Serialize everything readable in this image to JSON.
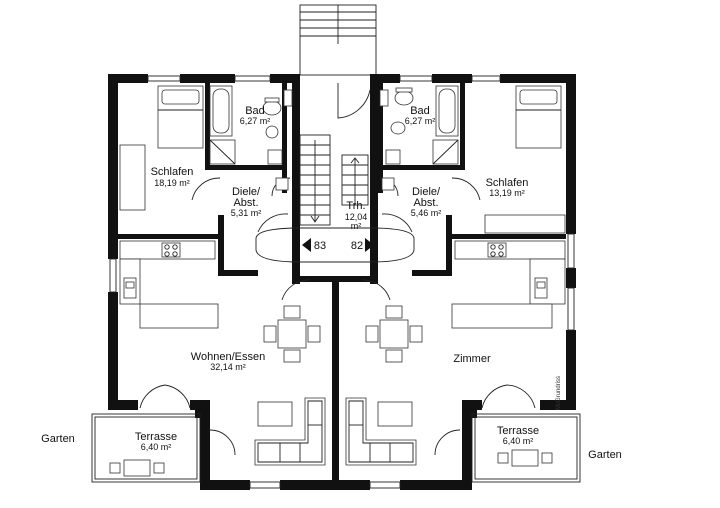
{
  "rooms": {
    "bad_left": {
      "name": "Bad",
      "area": "6,27 m²"
    },
    "bad_right": {
      "name": "Bad",
      "area": "6,27 m²"
    },
    "schlafen_left": {
      "name": "Schlafen",
      "area": "18,19 m²"
    },
    "schlafen_right": {
      "name": "Schlafen",
      "area": "13,19 m²"
    },
    "diele_left": {
      "name1": "Diele/",
      "name2": "Abst.",
      "area": "5,31 m²"
    },
    "diele_right": {
      "name1": "Diele/",
      "name2": "Abst.",
      "area": "5,46 m²"
    },
    "treppenhaus": {
      "name": "Trh.",
      "area": "12,04",
      "unit": "m²"
    },
    "wohnen": {
      "name": "Wohnen/Essen",
      "area": "32,14 m²"
    },
    "zimmer": {
      "name": "Zimmer"
    },
    "terrasse_left": {
      "name": "Terrasse",
      "area": "6,40 m²"
    },
    "terrasse_right": {
      "name": "Terrasse",
      "area": "6,40 m²"
    }
  },
  "outside": {
    "garten_left": "Garten",
    "garten_right": "Garten"
  },
  "stairs": {
    "left_number": "83",
    "right_number": "82"
  },
  "watermark": "McGrundriss"
}
